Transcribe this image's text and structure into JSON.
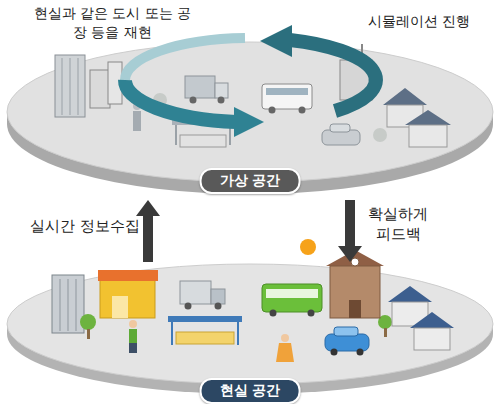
{
  "diagram": {
    "nodes": [
      {
        "text": [
          "가상 공간"
        ]
      },
      {
        "text": [
          "현실 공간"
        ]
      }
    ],
    "edges": [
      {
        "from": 1,
        "to": 0,
        "arrow": "to",
        "label": "실시간 정보수집"
      },
      {
        "from": 0,
        "to": 1,
        "arrow": "to",
        "label": "확실하게 피드백"
      }
    ],
    "labels": [
      "현실과 같은 도시 또는 공장 등을 재현",
      "시뮬레이션 진행"
    ]
  }
}
